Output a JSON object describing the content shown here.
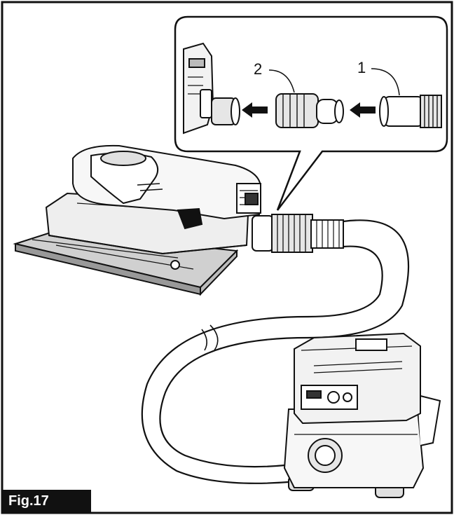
{
  "figure": {
    "label": "Fig.17",
    "callouts": [
      {
        "number": "1",
        "part": "hose end"
      },
      {
        "number": "2",
        "part": "adapter"
      }
    ]
  },
  "colors": {
    "ink": "#111111",
    "paper": "#ffffff",
    "shade": "#d0d0d0",
    "light_shade": "#e8e8e8"
  }
}
